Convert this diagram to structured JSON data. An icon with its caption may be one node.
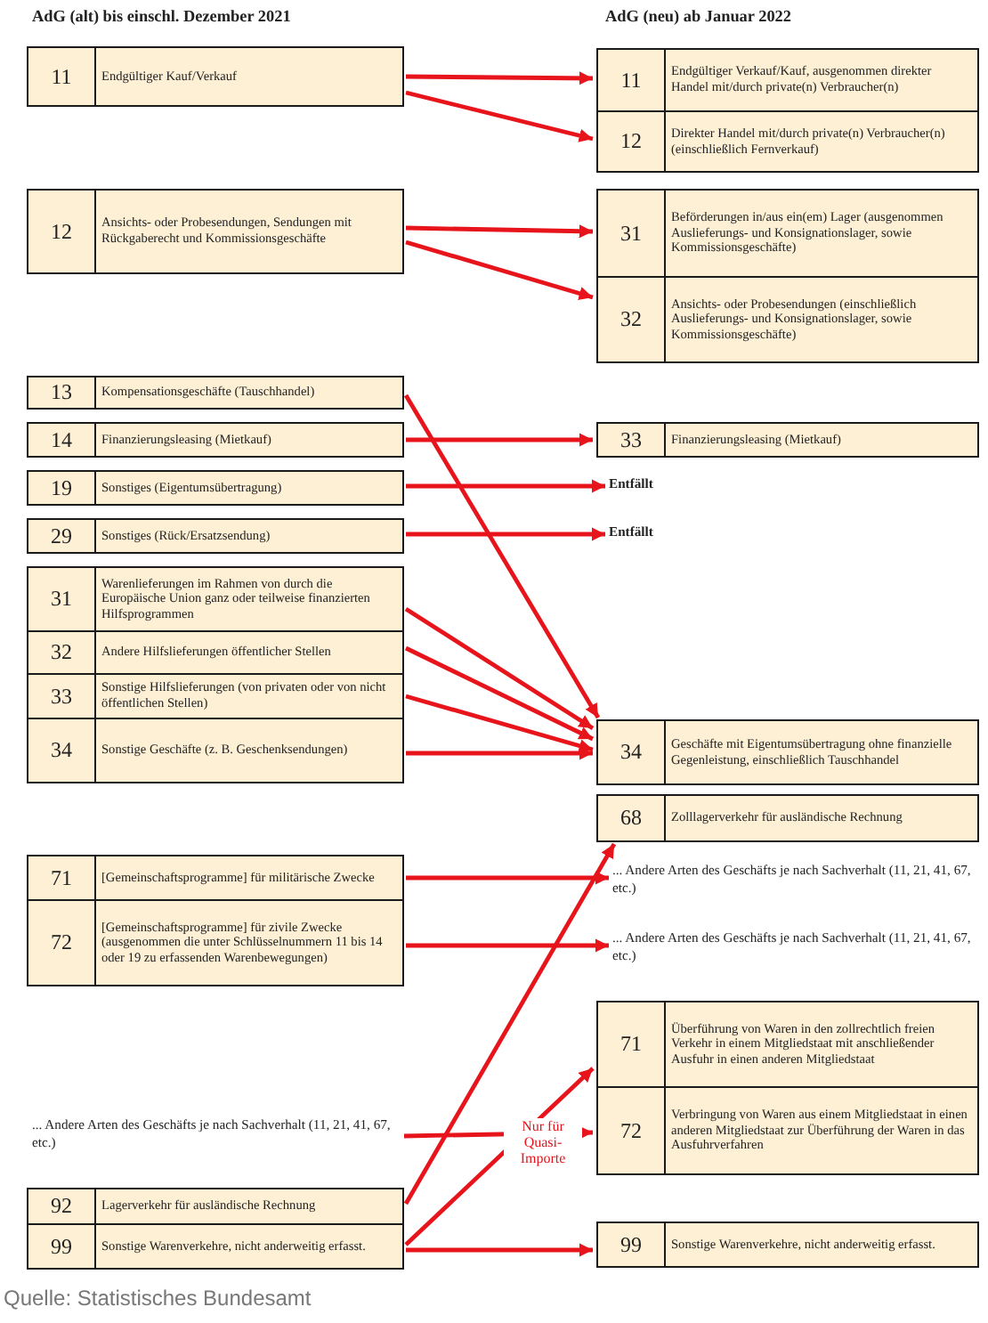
{
  "diagram": {
    "caption": "Quelle: Statistisches Bundesamt",
    "nodes": [
      {
        "text": [
          "11",
          "Endgültiger Verkauf/Kauf, ausgenommen direkter Handel mit/durch private(n) Verbraucher(n)"
        ]
      },
      {
        "text": [
          "11",
          "Endgültiger Kauf/Verkauf"
        ]
      },
      {
        "text": [
          "12",
          "Direkter Handel mit/durch private(n) Verbraucher(n) (einschließlich Fernverkauf)"
        ]
      },
      {
        "text": [
          "12",
          "Ansichts- oder Probesendungen, Sendungen mit Rückgaberecht und Kommissionsgeschäfte"
        ]
      },
      {
        "text": [
          "31",
          "Beförderungen in/aus ein(em) Lager (ausgenommen Auslieferungs- und Konsignationslager, sowie Kommissionsgeschäfte)"
        ]
      },
      {
        "text": [
          "32",
          "Ansichts- oder Probesendungen (einschließlich Auslieferungs- und Konsignationslager, sowie Kommissionsgeschäfte)"
        ]
      },
      {
        "text": [
          "13",
          "Kompensationsgeschäfte (Tauschhandel)"
        ]
      },
      {
        "text": [
          "14",
          "Finanzierungsleasing (Mietkauf)"
        ]
      },
      {
        "text": [
          "33",
          "Finanzierungsleasing (Mietkauf)"
        ]
      },
      {
        "text": [
          "19",
          "Sonstiges (Eigentumsübertragung)"
        ]
      },
      {
        "text": [
          "Entfällt"
        ]
      },
      {
        "text": [
          "29",
          "Sonstiges (Rück/Ersatzsendung)"
        ]
      },
      {
        "text": [
          "Entfällt"
        ]
      },
      {
        "text": [
          "31",
          "Warenlieferungen im Rahmen von durch die Europäische Union ganz oder teilweise finanzierten Hilfsprogrammen"
        ]
      },
      {
        "text": [
          "32",
          "Andere Hilfslieferungen öffentlicher Stellen"
        ]
      },
      {
        "text": [
          "33",
          "Sonstige Hilfslieferungen (von privaten oder von nicht öffentlichen Stellen)"
        ]
      },
      {
        "text": [
          "34",
          "Sonstige Geschäfte (z. B. Geschenksendungen)"
        ]
      },
      {
        "text": [
          "34",
          "Geschäfte mit Eigentumsübertragung ohne finanzielle Gegenleistung, einschließlich Tauschhandel"
        ]
      },
      {
        "text": [
          "68",
          "Zolllagerverkehr für ausländische Rechnung"
        ]
      },
      {
        "text": [
          "71",
          "[Gemeinschaftsprogramme] für militärische Zwecke"
        ]
      },
      {
        "text": [
          "... Andere Arten des Geschäfts je nach Sachverhalt (11, 21, 41, 67, etc.)"
        ]
      },
      {
        "text": [
          "72",
          "[Gemeinschaftsprogramme] für zivile Zwecke (ausgenommen die unter Schlüsselnummern 11 bis 14 oder 19 zu erfassenden Warenbewegungen)"
        ]
      },
      {
        "text": [
          "... Andere Arten des Geschäfts je nach Sachverhalt (11, 21, 41, 67, etc.)"
        ]
      },
      {
        "text": [
          "71",
          "Überführung von Waren in den zollrechtlich freien Verkehr in einem Mitgliedstaat mit anschließender Ausfuhr in einen anderen Mitgliedstaat"
        ]
      },
      {
        "text": [
          "... Andere Arten des Geschäfts je nach Sachverhalt (11, 21, 41, 67, etc.)"
        ]
      },
      {
        "text": [
          "72",
          "Verbringung von Waren aus einem Mitgliedstaat in einen anderen Mitgliedstaat zur Überführung der Waren in das Ausfuhrverfahren"
        ]
      },
      {
        "text": [
          "92",
          "Lagerverkehr für ausländische Rechnung"
        ]
      },
      {
        "text": [
          "99",
          "Sonstige Warenverkehre, nicht anderweitig erfasst."
        ]
      },
      {
        "text": [
          "99",
          "Sonstige Warenverkehre, nicht anderweitig erfasst."
        ]
      }
    ],
    "edges": [
      {
        "from": 1,
        "to": 0,
        "arrow": "to"
      },
      {
        "from": 1,
        "to": 2,
        "arrow": "to"
      },
      {
        "from": 3,
        "to": 4,
        "arrow": "to"
      },
      {
        "from": 3,
        "to": 5,
        "arrow": "to"
      },
      {
        "from": 6,
        "to": 17,
        "arrow": "to"
      },
      {
        "from": 7,
        "to": 8,
        "arrow": "to"
      },
      {
        "from": 9,
        "to": 10,
        "arrow": "to"
      },
      {
        "from": 11,
        "to": 12,
        "arrow": "to"
      },
      {
        "from": 13,
        "to": 17,
        "arrow": "to"
      },
      {
        "from": 14,
        "to": 17,
        "arrow": "to"
      },
      {
        "from": 15,
        "to": 17,
        "arrow": "to"
      },
      {
        "from": 16,
        "to": 17,
        "arrow": "to"
      },
      {
        "from": 19,
        "to": 20,
        "arrow": "to"
      },
      {
        "from": 21,
        "to": 22,
        "arrow": "to"
      },
      {
        "from": 24,
        "to": 25,
        "arrow": "to"
      },
      {
        "from": 26,
        "to": 18,
        "arrow": "to"
      },
      {
        "from": 27,
        "to": 23,
        "arrow": "to",
        "label": "Nur für Quasi-Importe"
      },
      {
        "from": 27,
        "to": 28,
        "arrow": "to"
      }
    ],
    "labels": [
      "AdG (alt) bis einschl. Dezember 2021",
      "AdG (neu) ab Januar 2022"
    ]
  }
}
